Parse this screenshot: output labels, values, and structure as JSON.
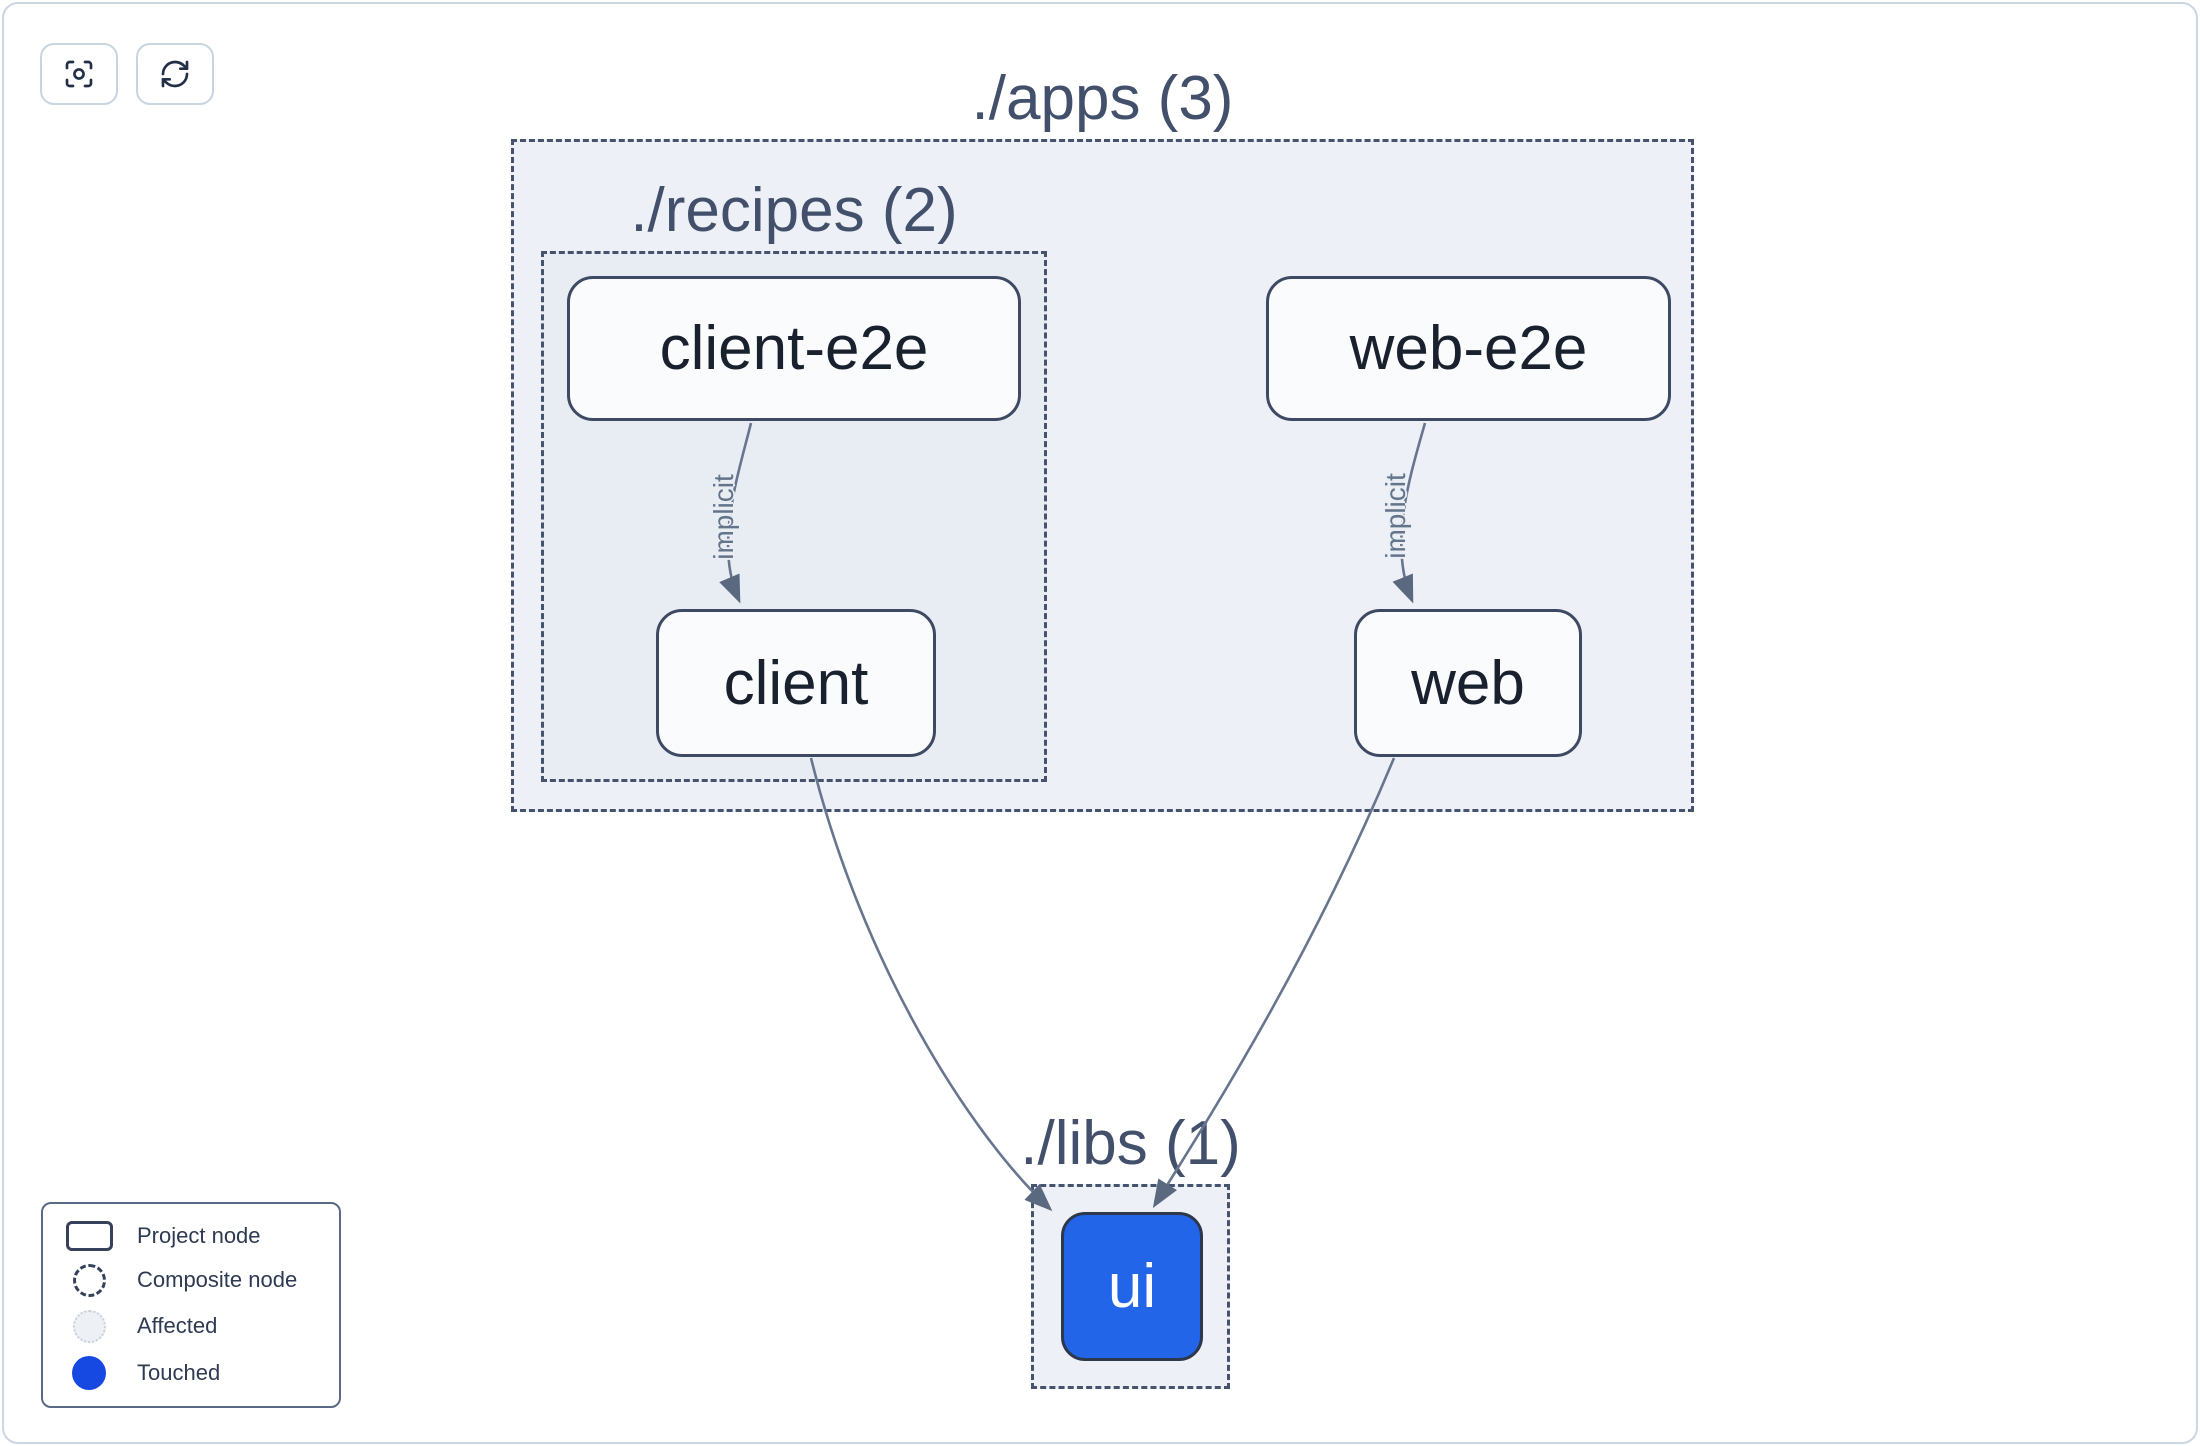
{
  "toolbar": {
    "buttons": [
      {
        "name": "focus-icon",
        "action": "center-graph"
      },
      {
        "name": "refresh-icon",
        "action": "refresh-graph"
      }
    ]
  },
  "graph": {
    "composites": [
      {
        "id": "apps",
        "label": "./apps (3)"
      },
      {
        "id": "recipes",
        "label": "./recipes (2)"
      },
      {
        "id": "libs",
        "label": "./libs (1)"
      }
    ],
    "nodes": [
      {
        "id": "client-e2e",
        "label": "client-e2e",
        "group": "./apps/recipes",
        "state": "normal"
      },
      {
        "id": "web-e2e",
        "label": "web-e2e",
        "group": "./apps",
        "state": "normal"
      },
      {
        "id": "client",
        "label": "client",
        "group": "./apps/recipes",
        "state": "normal"
      },
      {
        "id": "web",
        "label": "web",
        "group": "./apps",
        "state": "normal"
      },
      {
        "id": "ui",
        "label": "ui",
        "group": "./libs",
        "state": "touched"
      }
    ],
    "edges": [
      {
        "source": "client-e2e",
        "target": "client",
        "label": "implicit"
      },
      {
        "source": "web-e2e",
        "target": "web",
        "label": "implicit"
      },
      {
        "source": "client",
        "target": "ui",
        "label": ""
      },
      {
        "source": "web",
        "target": "ui",
        "label": ""
      }
    ]
  },
  "legend": {
    "items": [
      {
        "label": "Project node",
        "swatch": "project-node-swatch"
      },
      {
        "label": "Composite node",
        "swatch": "composite-node-swatch"
      },
      {
        "label": "Affected",
        "swatch": "affected-swatch"
      },
      {
        "label": "Touched",
        "swatch": "touched-swatch"
      }
    ]
  },
  "colors": {
    "touched_blue": "#1648e2",
    "ui_node_fill": "#2365e8",
    "node_border": "#3e4a63",
    "composite_bg": "#edf1f7",
    "composite_nested_bg": "#e8edf4",
    "edge": "#68758e",
    "canvas_border": "#ccd6e3"
  }
}
